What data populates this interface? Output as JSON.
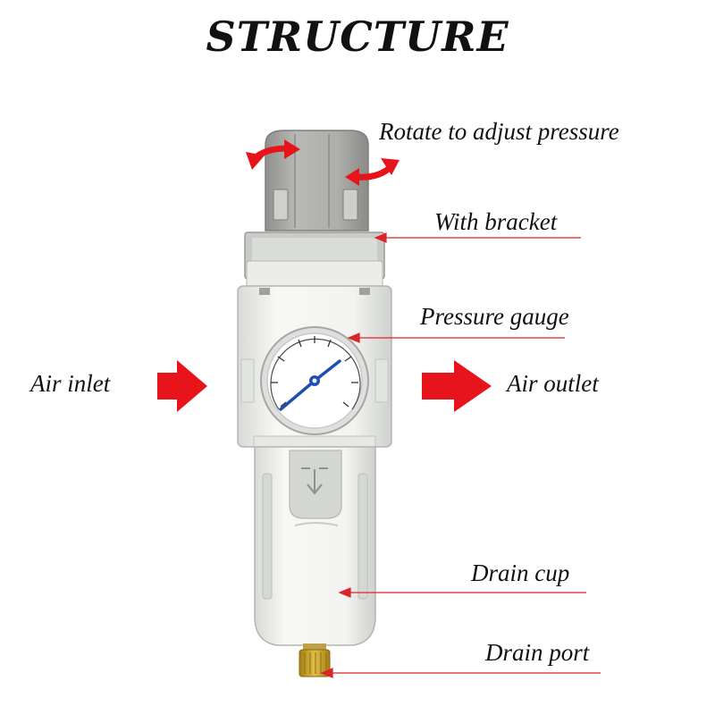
{
  "title": "STRUCTURE",
  "labels": {
    "rotate": "Rotate to adjust pressure",
    "bracket": "With bracket",
    "gauge": "Pressure gauge",
    "inlet": "Air inlet",
    "outlet": "Air outlet",
    "cup": "Drain cup",
    "port": "Drain port"
  },
  "colors": {
    "arrow_red": "#e8141b",
    "leader_red": "#d9262b",
    "body_white": "#f3f4f2",
    "knob_gray": "#a9aaa8",
    "gauge_needle": "#1f4fb5",
    "brass": "#c9a227"
  }
}
